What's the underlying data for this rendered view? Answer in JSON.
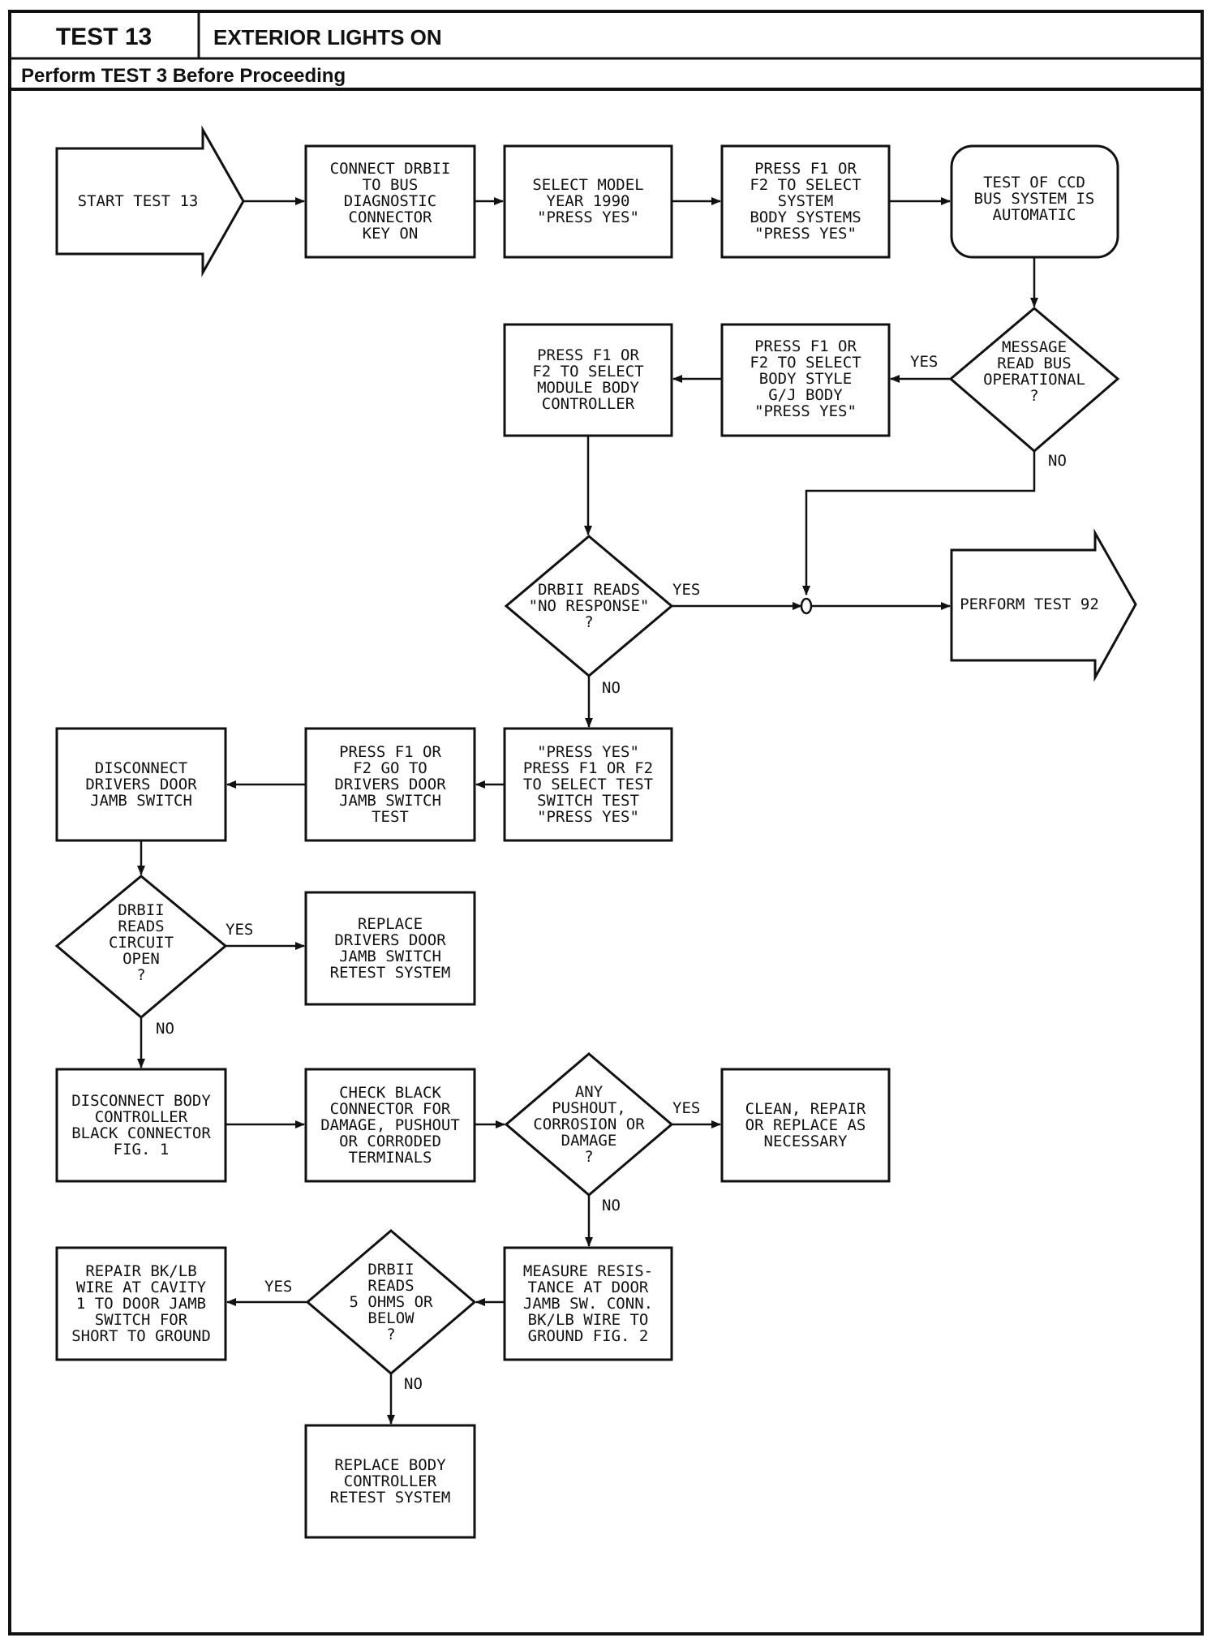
{
  "header": {
    "test_number": "TEST 13",
    "test_title": "EXTERIOR LIGHTS ON",
    "prerequisite": "Perform TEST 3 Before Proceeding"
  },
  "nodes": {
    "start": [
      "START TEST 13"
    ],
    "connect_drbii": [
      "CONNECT DRBII",
      "TO BUS",
      "DIAGNOSTIC",
      "CONNECTOR",
      "KEY ON"
    ],
    "select_model_year": [
      "SELECT MODEL",
      "YEAR 1990",
      "\"PRESS YES\""
    ],
    "select_system": [
      "PRESS F1 OR",
      "F2 TO SELECT",
      "SYSTEM",
      "BODY SYSTEMS",
      "\"PRESS YES\""
    ],
    "ccd_test_auto": [
      "TEST OF CCD",
      "BUS SYSTEM IS",
      "AUTOMATIC"
    ],
    "message_bus_operational": [
      "MESSAGE",
      "READ BUS",
      "OPERATIONAL",
      "?"
    ],
    "select_body_style": [
      "PRESS F1 OR",
      "F2 TO SELECT",
      "BODY STYLE",
      "G/J BODY",
      "\"PRESS YES\""
    ],
    "select_module": [
      "PRESS F1 OR",
      "F2 TO SELECT",
      "MODULE BODY",
      "CONTROLLER"
    ],
    "no_response": [
      "DRBII READS",
      "\"NO RESPONSE\"",
      "?"
    ],
    "perform_test_92": [
      "PERFORM TEST 92"
    ],
    "select_switch_test": [
      "\"PRESS YES\"",
      "PRESS F1 OR F2",
      "TO SELECT TEST",
      "SWITCH TEST",
      "\"PRESS YES\""
    ],
    "go_to_door_jamb_test": [
      "PRESS F1 OR",
      "F2 GO TO",
      "DRIVERS DOOR",
      "JAMB SWITCH",
      "TEST"
    ],
    "disconnect_door_jamb": [
      "DISCONNECT",
      "DRIVERS DOOR",
      "JAMB SWITCH"
    ],
    "circuit_open": [
      "DRBII",
      "READS",
      "CIRCUIT",
      "OPEN",
      "?"
    ],
    "replace_door_jamb": [
      "REPLACE",
      "DRIVERS DOOR",
      "JAMB SWITCH",
      "RETEST SYSTEM"
    ],
    "disconnect_body_controller": [
      "DISCONNECT BODY",
      "CONTROLLER",
      "BLACK CONNECTOR",
      "FIG. 1"
    ],
    "check_black_connector": [
      "CHECK BLACK",
      "CONNECTOR FOR",
      "DAMAGE, PUSHOUT",
      "OR CORRODED",
      "TERMINALS"
    ],
    "any_damage": [
      "ANY",
      "PUSHOUT,",
      "CORROSION OR",
      "DAMAGE",
      "?"
    ],
    "clean_repair": [
      "CLEAN, REPAIR",
      "OR REPLACE AS",
      "NECESSARY"
    ],
    "measure_resistance": [
      "MEASURE RESIS-",
      "TANCE AT DOOR",
      "JAMB SW. CONN.",
      "BK/LB WIRE TO",
      "GROUND FIG. 2"
    ],
    "five_ohms": [
      "DRBII",
      "READS",
      "5 OHMS OR",
      "BELOW",
      "?"
    ],
    "repair_wire": [
      "REPAIR BK/LB",
      "WIRE AT CAVITY",
      "1 TO DOOR JAMB",
      "SWITCH FOR",
      "SHORT TO GROUND"
    ],
    "replace_body_controller": [
      "REPLACE BODY",
      "CONTROLLER",
      "RETEST SYSTEM"
    ]
  },
  "branch_labels": {
    "yes": "YES",
    "no": "NO"
  }
}
